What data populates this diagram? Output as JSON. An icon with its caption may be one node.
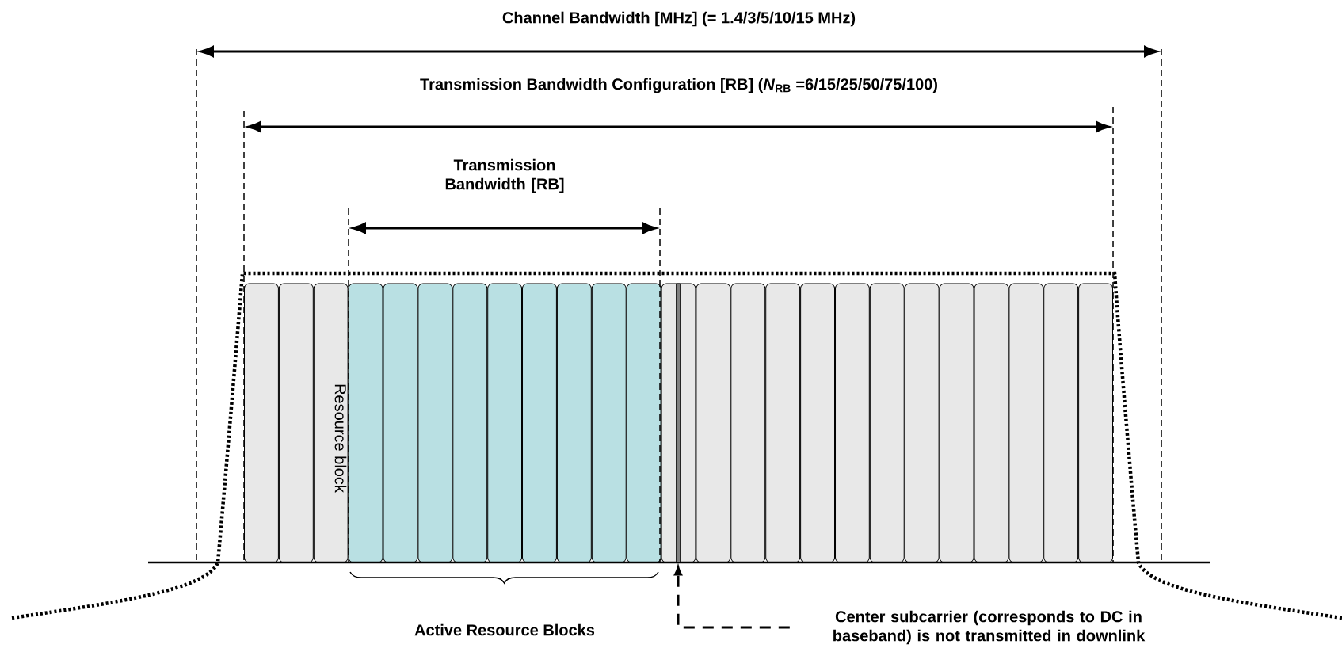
{
  "diagram": {
    "nodes": [
      {
        "text": [],
        "shape": "bar"
      },
      {
        "text": [
          "Center subcarrier (corresponds to DC in baseband) is not transmitted in downlink"
        ]
      }
    ],
    "edges": [
      {
        "from": 1,
        "to": 0,
        "arrow": "to",
        "style": "dashed"
      }
    ],
    "labels": [
      "Channel Bandwidth [MHz] (= 1.4/3/5/10/15 MHz)",
      "Transmission Bandwidth  Configuration [RB] (*N*$_{RB}$ =6/15/25/50/75/100)",
      "Transmission Bandwidth [RB]",
      "Resource block",
      "Active Resource Blocks"
    ]
  }
}
